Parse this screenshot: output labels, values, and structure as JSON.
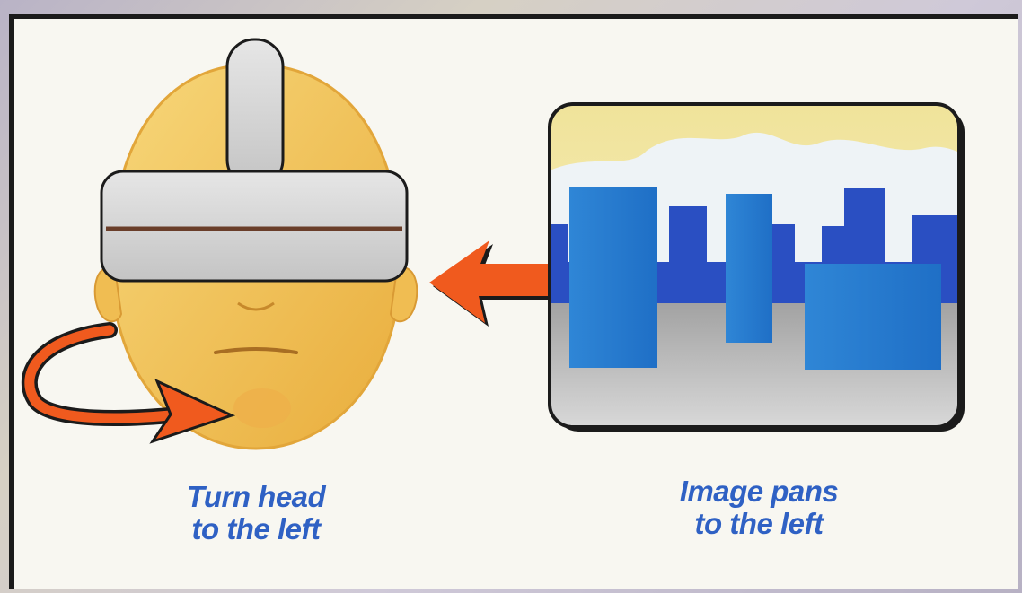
{
  "captions": {
    "head": [
      "Turn head",
      "to the left"
    ],
    "image": [
      "Image pans",
      "to the left"
    ]
  },
  "colors": {
    "caption": "#2f61c4",
    "arrow": "#f05a1e",
    "skin": "#f3c65c",
    "headset": "#d8d8d8",
    "sky": "#f4e9a4",
    "buildings_dark": "#2a4fc2",
    "buildings_light": "#2c8ad8",
    "ground": "#c8c8c8"
  },
  "icons": {
    "head": "vr-headset-head-icon",
    "turn_arrow": "curved-arrow-left-icon",
    "pan_arrow": "arrow-left-icon",
    "scene": "city-skyline-icon"
  }
}
